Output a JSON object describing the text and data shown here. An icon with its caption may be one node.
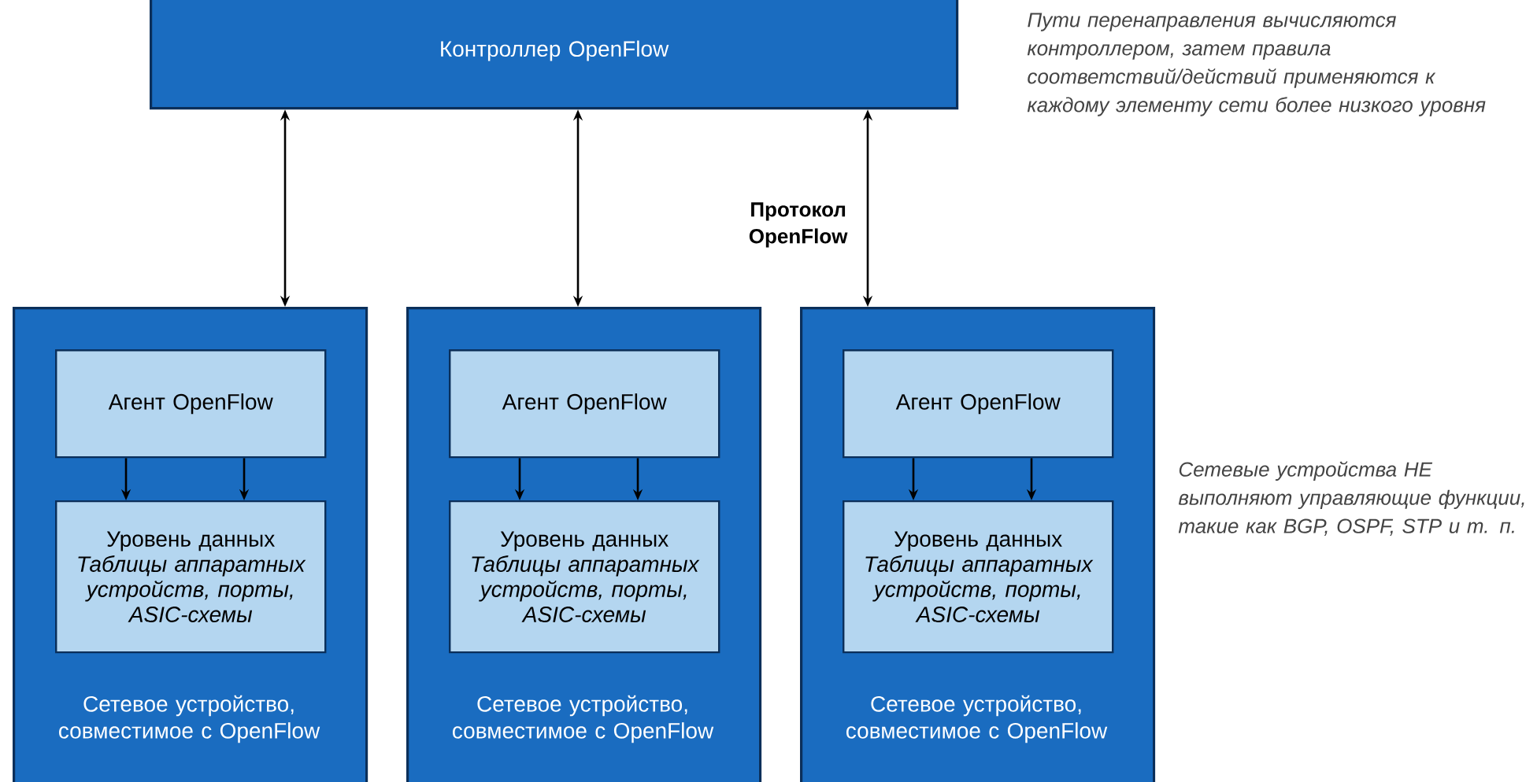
{
  "diagram": {
    "nodes": [
      {
        "text": [
          "Контроллер OpenFlow"
        ]
      },
      {
        "text": [
          "Сетевое устройство, совместимое с OpenFlow"
        ]
      },
      {
        "text": [
          "Агент OpenFlow"
        ],
        "in": 1
      },
      {
        "text": [
          "Уровень данных",
          "Таблицы аппаратных устройств, порты, ASIC-схемы"
        ],
        "in": 1
      },
      {
        "text": [
          "Сетевое устройство, совместимое с OpenFlow"
        ]
      },
      {
        "text": [
          "Агент OpenFlow"
        ],
        "in": 4
      },
      {
        "text": [
          "Уровень данных",
          "Таблицы аппаратных устройств, порты, ASIC-схемы"
        ],
        "in": 4
      },
      {
        "text": [
          "Сетевое устройство, совместимое с OpenFlow"
        ]
      },
      {
        "text": [
          "Агент OpenFlow"
        ],
        "in": 7
      },
      {
        "text": [
          "Уровень данных",
          "Таблицы аппаратных устройств, порты, ASIC-схемы"
        ],
        "in": 7
      }
    ],
    "edges": [
      {
        "from": 0,
        "to": 1,
        "arrow": "both"
      },
      {
        "from": 0,
        "to": 4,
        "arrow": "both"
      },
      {
        "from": 0,
        "to": 7,
        "arrow": "both",
        "label": "Протокол OpenFlow"
      },
      {
        "from": 2,
        "to": 3,
        "arrow": "to"
      },
      {
        "from": 2,
        "to": 3,
        "arrow": "to"
      },
      {
        "from": 5,
        "to": 6,
        "arrow": "to"
      },
      {
        "from": 5,
        "to": 6,
        "arrow": "to"
      },
      {
        "from": 8,
        "to": 9,
        "arrow": "to"
      },
      {
        "from": 8,
        "to": 9,
        "arrow": "to"
      }
    ],
    "labels": [
      "Пути перенаправления вычисляются контроллером, затем правила соответствий/действий применяются к каждому элементу сети более низкого уровня",
      "Сетевые устройства НЕ выполняют управляющие функции, такие как BGP, OSPF, STP и т. п."
    ]
  }
}
